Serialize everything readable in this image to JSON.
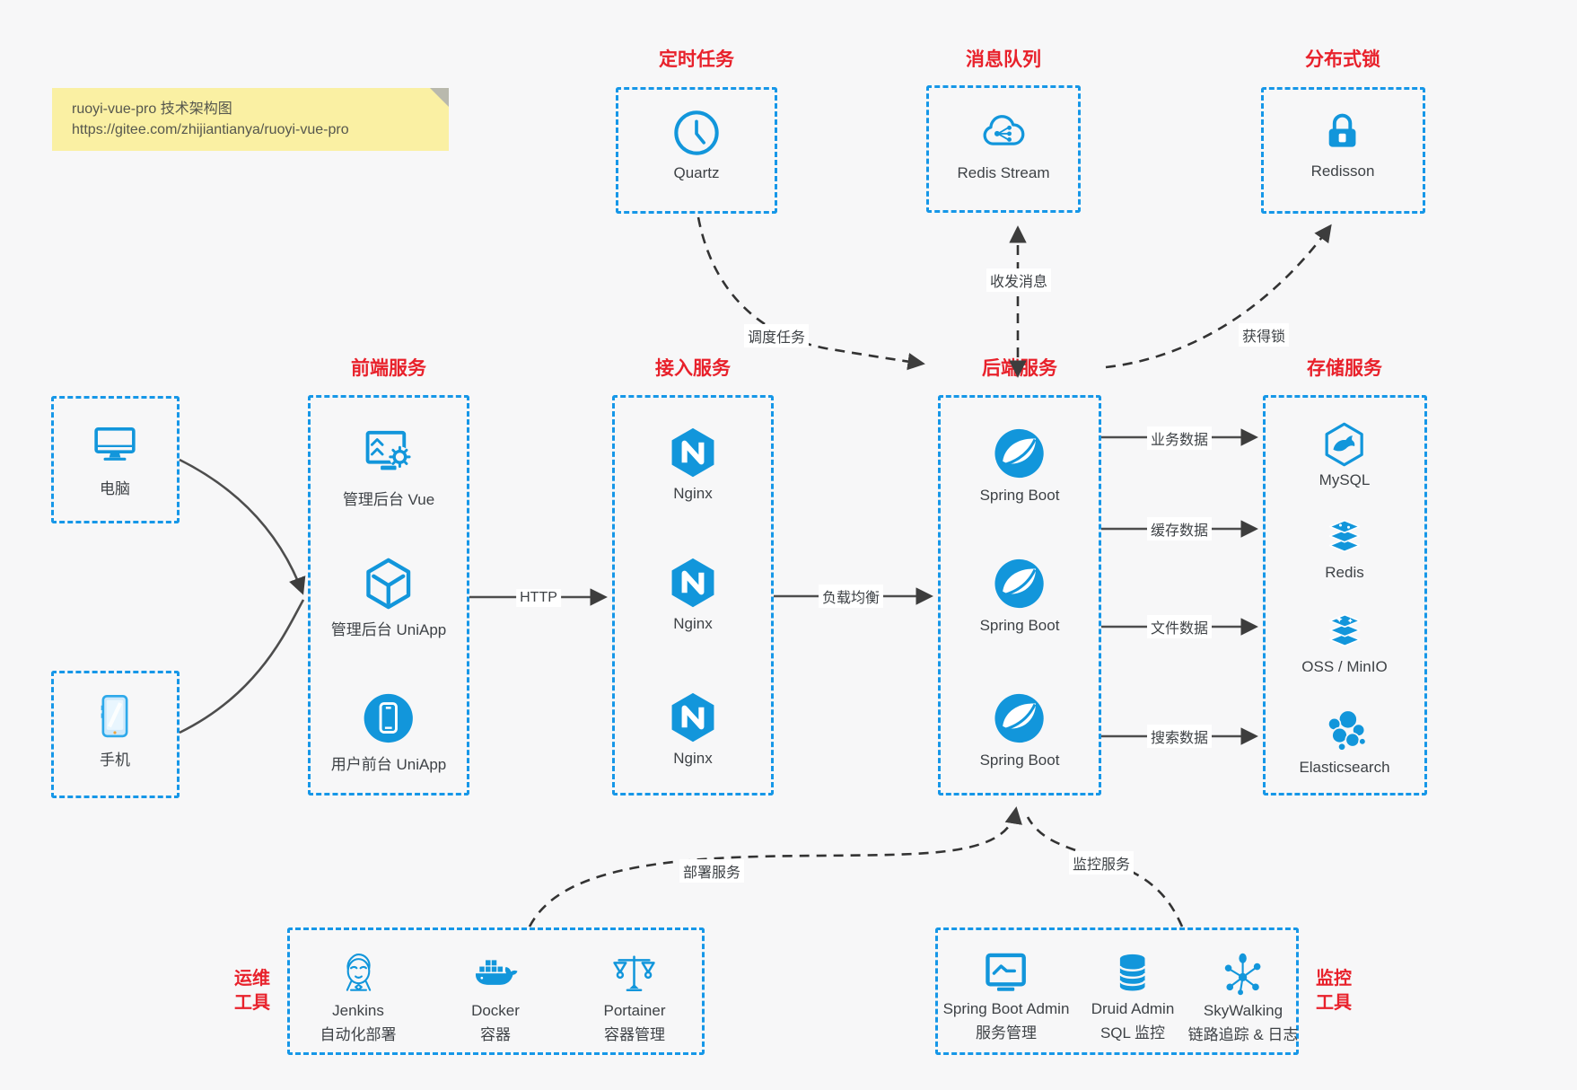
{
  "note": {
    "line1": "ruoyi-vue-pro 技术架构图",
    "line2": "https://gitee.com/zhijiantianya/ruoyi-vue-pro"
  },
  "colors": {
    "accent_blue": "#1296db",
    "dashed_border_blue": "#1697e8",
    "title_red": "#e8212b",
    "note_yellow": "#faf0a3",
    "arrow_dark": "#3d3d3d",
    "background": "#f7f7f8"
  },
  "top_groups": [
    {
      "title": "定时任务",
      "item": {
        "label": "Quartz",
        "icon": "clock-icon"
      }
    },
    {
      "title": "消息队列",
      "item": {
        "label": "Redis Stream",
        "icon": "cloud-stream-icon"
      }
    },
    {
      "title": "分布式锁",
      "item": {
        "label": "Redisson",
        "icon": "lock-icon"
      }
    }
  ],
  "clients": [
    {
      "label": "电脑",
      "icon": "desktop-icon"
    },
    {
      "label": "手机",
      "icon": "phone-icon"
    }
  ],
  "columns": [
    {
      "title": "前端服务",
      "items": [
        {
          "label": "管理后台 Vue",
          "icon": "admin-vue-icon"
        },
        {
          "label": "管理后台 UniApp",
          "icon": "uniapp-cube-icon"
        },
        {
          "label": "用户前台 UniApp",
          "icon": "user-app-icon"
        }
      ]
    },
    {
      "title": "接入服务",
      "items": [
        {
          "label": "Nginx",
          "icon": "nginx-icon"
        },
        {
          "label": "Nginx",
          "icon": "nginx-icon"
        },
        {
          "label": "Nginx",
          "icon": "nginx-icon"
        }
      ]
    },
    {
      "title": "后端服务",
      "items": [
        {
          "label": "Spring Boot",
          "icon": "spring-icon"
        },
        {
          "label": "Spring Boot",
          "icon": "spring-icon"
        },
        {
          "label": "Spring Boot",
          "icon": "spring-icon"
        }
      ]
    },
    {
      "title": "存储服务",
      "items": [
        {
          "label": "MySQL",
          "icon": "mysql-icon"
        },
        {
          "label": "Redis",
          "icon": "redis-icon"
        },
        {
          "label": "OSS / MinIO",
          "icon": "oss-icon"
        },
        {
          "label": "Elasticsearch",
          "icon": "elasticsearch-icon"
        }
      ]
    }
  ],
  "ops": {
    "title_line1": "运维",
    "title_line2": "工具",
    "items": [
      {
        "name": "Jenkins",
        "desc": "自动化部署",
        "icon": "jenkins-icon"
      },
      {
        "name": "Docker",
        "desc": "容器",
        "icon": "docker-icon"
      },
      {
        "name": "Portainer",
        "desc": "容器管理",
        "icon": "portainer-icon"
      }
    ]
  },
  "monitoring": {
    "title_line1": "监控",
    "title_line2": "工具",
    "items": [
      {
        "name": "Spring Boot Admin",
        "desc": "服务管理",
        "icon": "monitor-chart-icon"
      },
      {
        "name": "Druid Admin",
        "desc": "SQL 监控",
        "icon": "database-icon"
      },
      {
        "name": "SkyWalking",
        "desc": "链路追踪 & 日志",
        "icon": "node-graph-icon"
      }
    ]
  },
  "edges": {
    "http": "HTTP",
    "load_balance": "负载均衡",
    "schedule": "调度任务",
    "messaging": "收发消息",
    "acquire_lock": "获得锁",
    "business_data": "业务数据",
    "cache_data": "缓存数据",
    "file_data": "文件数据",
    "search_data": "搜索数据",
    "deploy": "部署服务",
    "monitor": "监控服务"
  }
}
